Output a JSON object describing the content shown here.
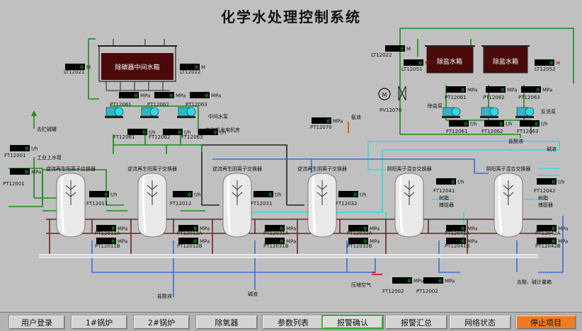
{
  "title": "化学水处理控制系统",
  "colors": {
    "background": "#c0c0c0",
    "tank": "#4a0a0a",
    "pipe_green": "#1a8a1a",
    "pipe_cyan": "#2fd8e6",
    "pipe_blue": "#3a6fd6",
    "pipe_maroon": "#7a1f1f",
    "stop_button": "#f07a22",
    "active_border": "#2fb52f"
  },
  "tanks": {
    "decarb": "除碳器中间水箱",
    "desalt1": "除盐水箱",
    "desalt2": "除盐水箱"
  },
  "units": {
    "mpa": "MPa",
    "th": "t/h",
    "m": "M"
  },
  "level_tags": [
    "LT12021",
    "LT12022",
    "LT12022",
    "LT12051",
    "LT12052"
  ],
  "pressure_tags": [
    "PT12001",
    "PT12061",
    "PT12062",
    "PT12063",
    "PT12070",
    "PT12061",
    "PT12062",
    "PT12063"
  ],
  "flow_tags": [
    "FT12001",
    "FT12061",
    "FT12062",
    "FT12063",
    "FT12061",
    "FT12062",
    "FT12063"
  ],
  "valve_tags": {
    "pv": "PV12070"
  },
  "exchanger_names": [
    "逆流再生阳离子交换器",
    "逆流再生阳离子交换器",
    "逆流再生阴离子交换器",
    "逆流再生阴离子交换器",
    "阴阳离子混合交换器",
    "阴阳离子混合交换器"
  ],
  "exchanger_flow_tags": [
    "FT12011",
    "FT12012",
    "FT12031",
    "FT12032",
    "FT12041",
    "FT12042"
  ],
  "exchanger_press_a": [
    "PT12011A",
    "PT12012A",
    "PT12031A",
    "PT12032A",
    "PT12041A",
    "PT12042A"
  ],
  "exchanger_press_b": [
    "PT12011B",
    "PT12012B",
    "PT12031B",
    "PT12032B",
    "PT12041B",
    "PT12041B",
    "PT12042B"
  ],
  "bottom_tags": [
    "FT12002",
    "PT12002"
  ],
  "labels": {
    "mid_pump": "中间水泵",
    "desalt_pump": "除盐泵",
    "backwash_pump": "反洗泵",
    "to_tank": "去贮碱罐",
    "industrial": "工业上水管",
    "to_generator": "去汽机发电机房",
    "waste": "氨液",
    "acid1": "盐酸液",
    "alkali1": "碱液",
    "air": "压缩空气",
    "acid2": "盐酸液",
    "alkali2": "碱液",
    "acid_meter": "去酸、碱计量箱",
    "resin1": "树脂",
    "resin1b": "捕捉器",
    "resin2": "树脂",
    "resin2b": "捕捉器"
  },
  "nav": [
    "用户登录",
    "1#锅炉",
    "2#锅炉",
    "除氧器",
    "参数列表",
    "报警确认",
    "报警汇总",
    "网络状态",
    "停止项目"
  ],
  "nav_active_index": 5,
  "readings": {
    "zero": "0"
  }
}
